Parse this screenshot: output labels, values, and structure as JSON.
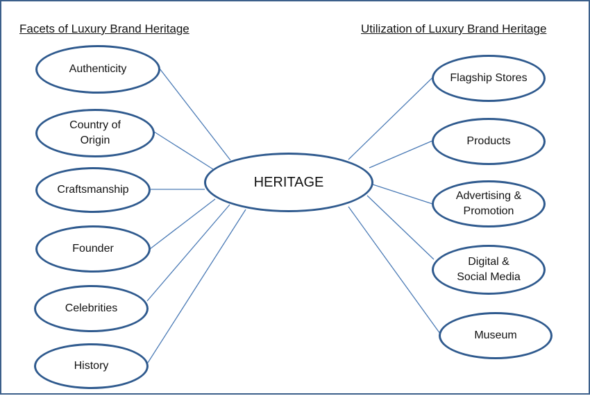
{
  "headings": {
    "left": "Facets of Luxury Brand Heritage",
    "right": "Utilization of Luxury Brand Heritage"
  },
  "center": {
    "label": "HERITAGE"
  },
  "facets": [
    {
      "label": "Authenticity"
    },
    {
      "label": "Country of\nOrigin"
    },
    {
      "label": "Craftsmanship"
    },
    {
      "label": "Founder"
    },
    {
      "label": "Celebrities"
    },
    {
      "label": "History"
    }
  ],
  "utilizations": [
    {
      "label": "Flagship Stores"
    },
    {
      "label": "Products"
    },
    {
      "label": "Advertising &\nPromotion"
    },
    {
      "label": "Digital &\nSocial Media"
    },
    {
      "label": "Museum"
    }
  ],
  "colors": {
    "ellipse_border": "#2f5a8e",
    "connector": "#4a7ab5",
    "frame_border": "#3b5f8a"
  }
}
